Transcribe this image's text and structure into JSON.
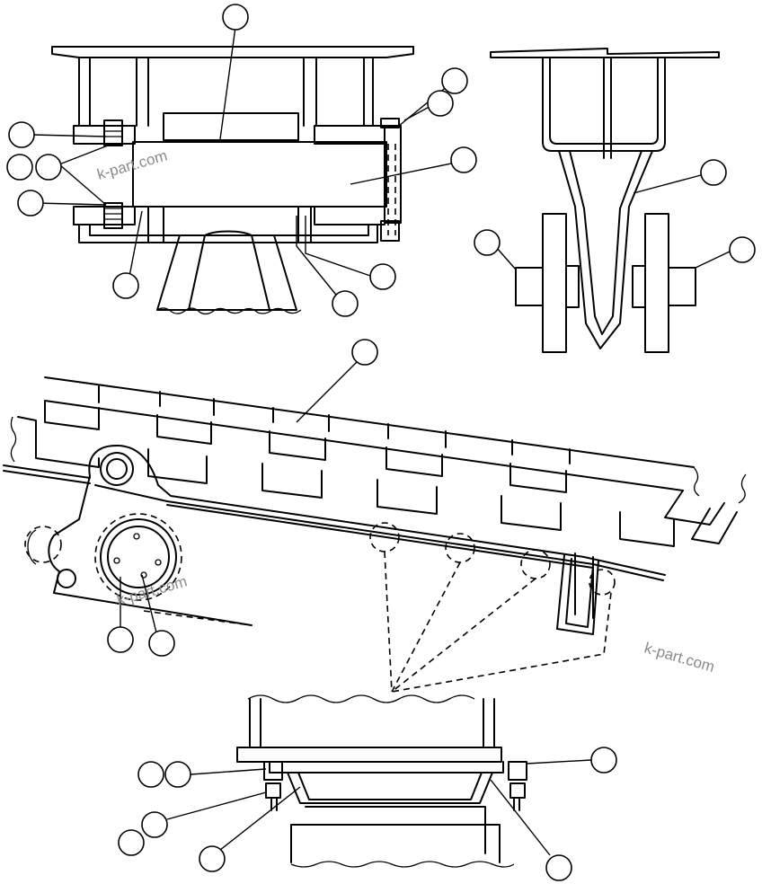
{
  "watermark": {
    "text_1": "k-part.com",
    "text_2": "k-part.com",
    "text_3": "k-part.com"
  }
}
